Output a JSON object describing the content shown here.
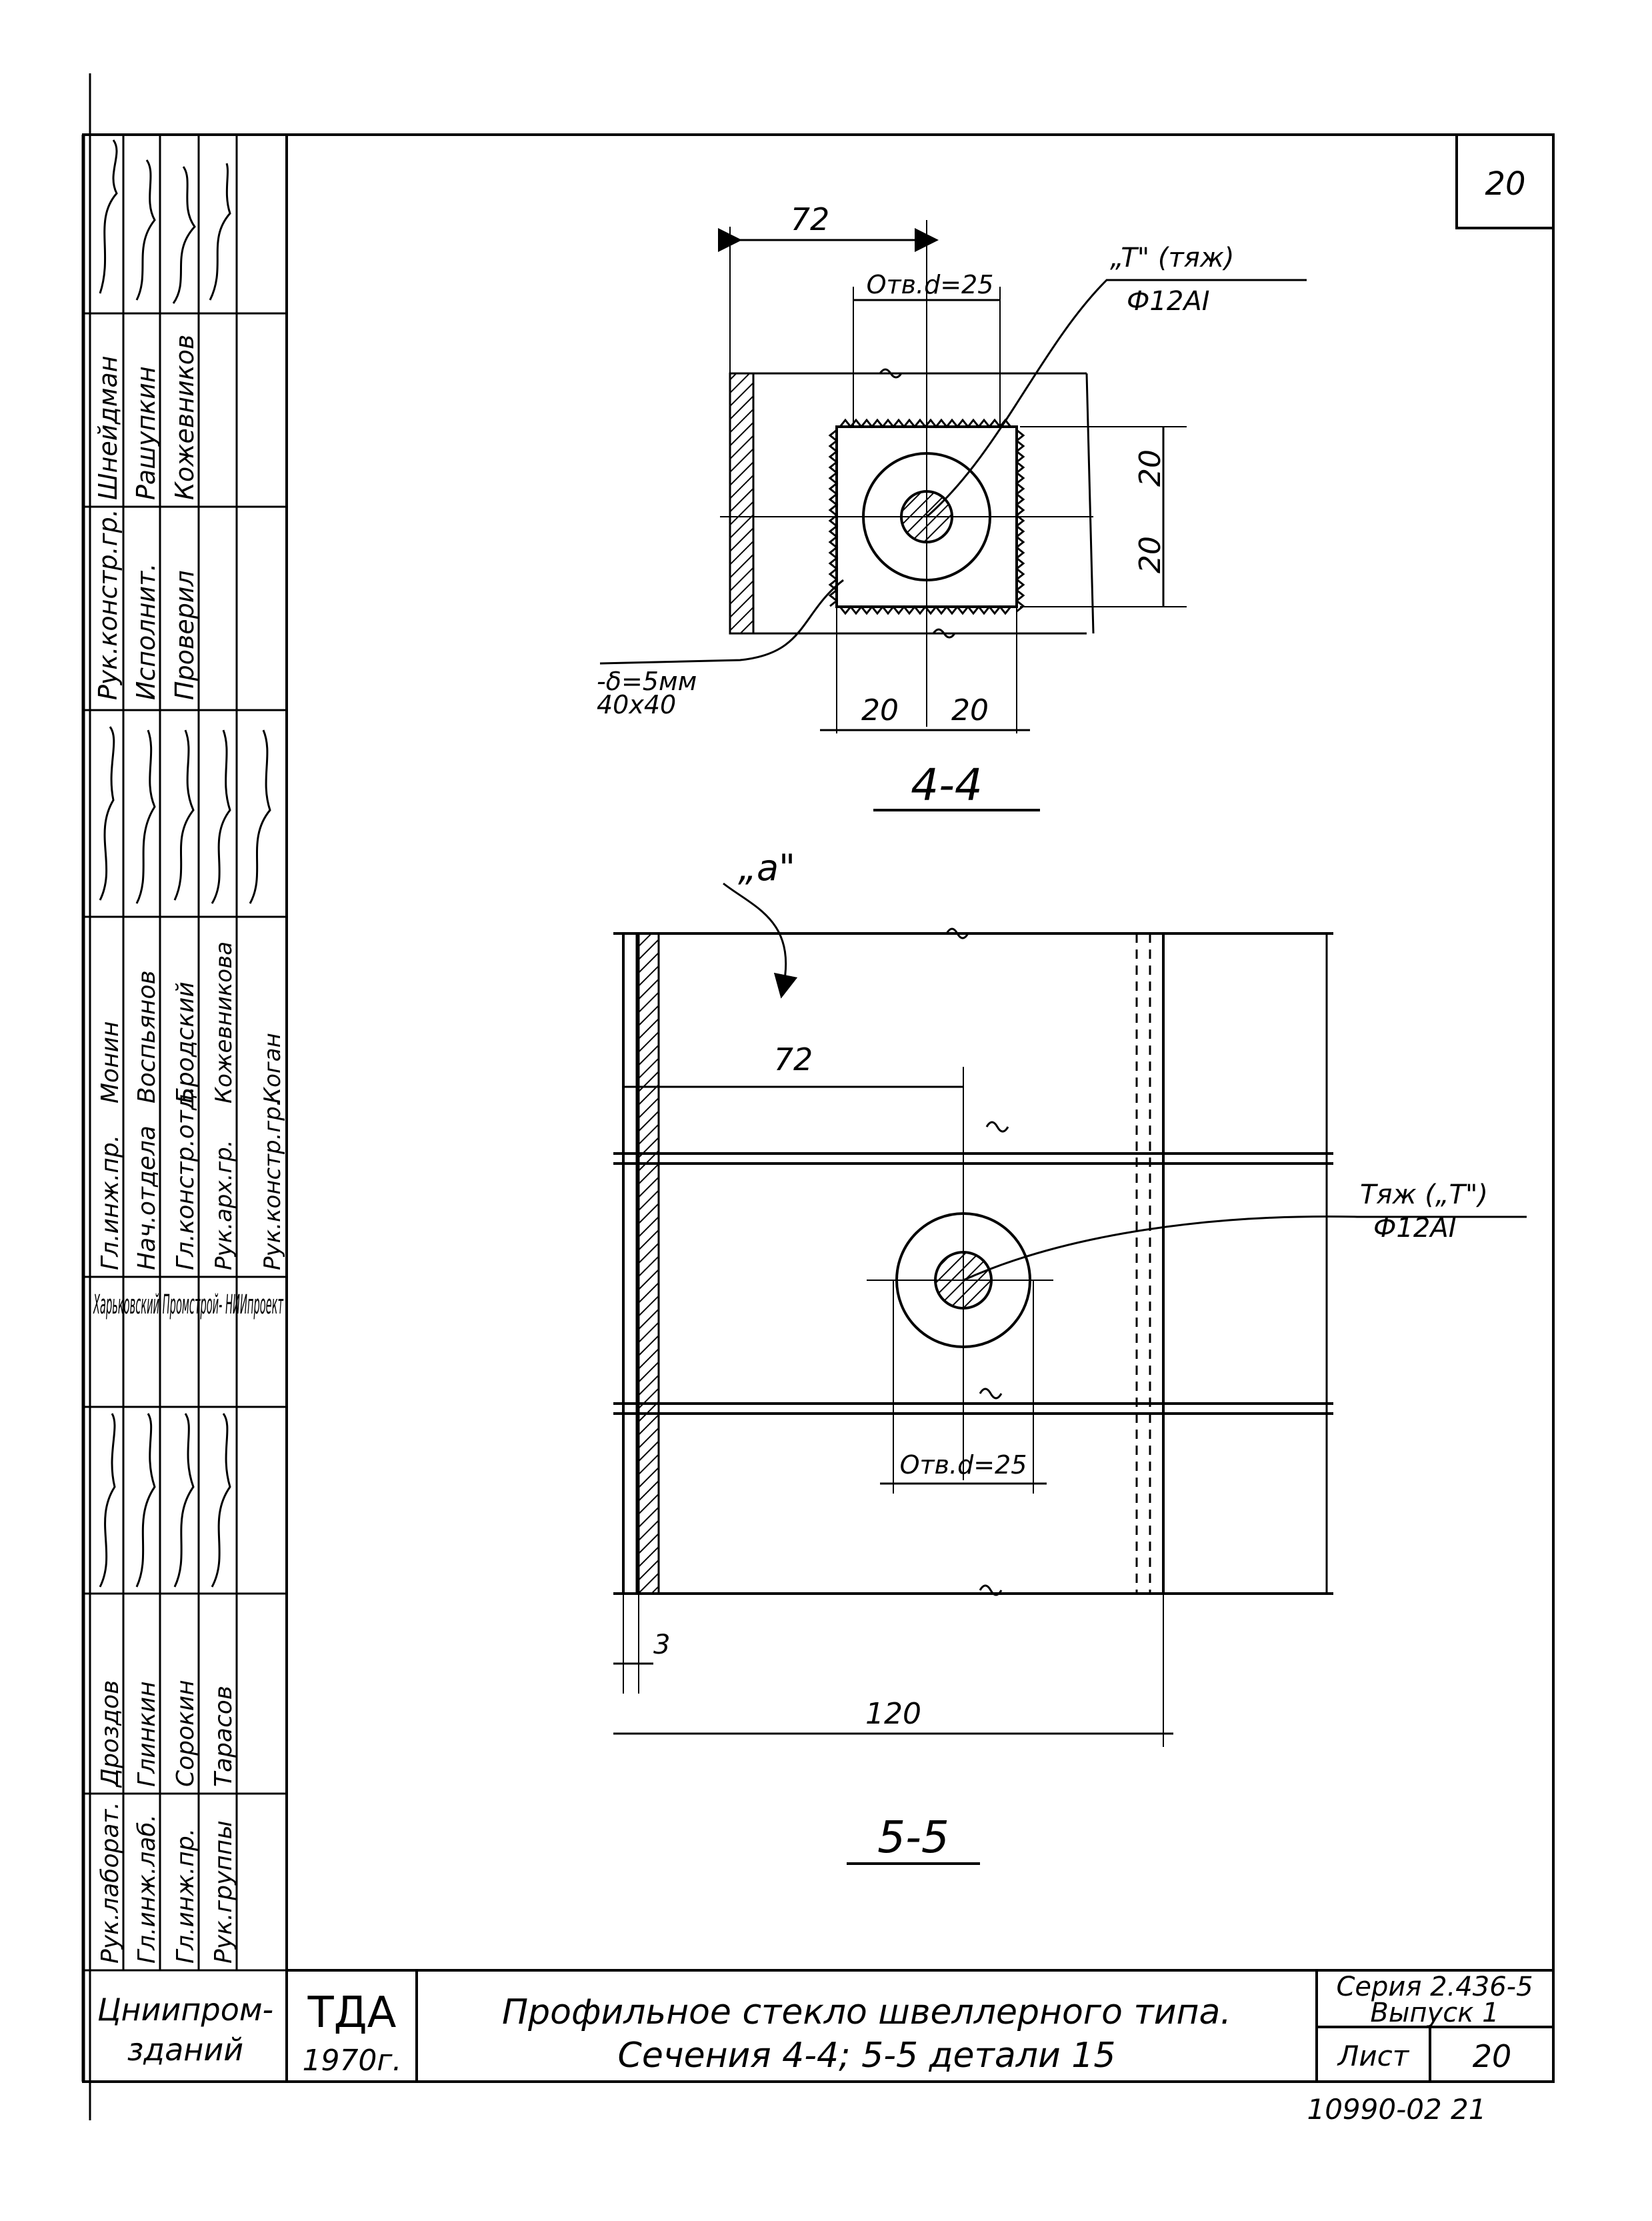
{
  "sheet_number_corner": "20",
  "section_4_4": {
    "label": "4-4",
    "dim_72": "72",
    "hole_label": "Отв.d=25",
    "rod_label_line1": "„T\" (тяж)",
    "rod_label_line2": "Ф12АI",
    "dim_20_right_top": "20",
    "dim_20_right_bottom": "20",
    "dim_20_bottom_left": "20",
    "dim_20_bottom_right": "20",
    "plate_label_line1": "-δ=5мм",
    "plate_label_line2": "40х40"
  },
  "section_5_5": {
    "label": "5-5",
    "callout_a": "„а\"",
    "dim_72": "72",
    "rod_label_line1": "Тяж („T\")",
    "rod_label_line2": "Ф12АI",
    "hole_label": "Отв.d=25",
    "dim_3": "3",
    "dim_120": "120"
  },
  "stamp": {
    "cells_top": [
      "Рук.констр.гр.",
      "Шнейдман",
      "Исполнит.",
      "Рашупкин",
      "Проверил",
      "Кожевников"
    ],
    "cells_middle": [
      "Гл.инж.пр.",
      "Монин",
      "Нач.отдела",
      "Воспьянов",
      "Гл.констр.отд.",
      "Бродский",
      "Рук.арх.гр.",
      "Кожевникова",
      "Рук.констр.гр.",
      "Коган"
    ],
    "org_1": "Харьковский Промстрой- НИИпроект",
    "cells_bottom": [
      "Рук.лаборат.",
      "Дроздов",
      "Гл.инж.лаб.",
      "Глинкин",
      "Гл.инж.пр.",
      "Сорокин",
      "Рук.группы",
      "Тарасов"
    ],
    "org_2_line1": "Цниипром-",
    "org_2_line2": "зданий",
    "code": "ТДА",
    "year": "1970г.",
    "title_line1": "Профильное стекло швеллерного типа.",
    "title_line2": "Сечения 4-4; 5-5 детали 15",
    "series_line1": "Серия 2.436-5",
    "series_line2": "Выпуск 1",
    "sheet_label": "Лист",
    "sheet_number": "20",
    "archive_number": "10990-02  21"
  },
  "colors": {
    "ink": "#000000",
    "paper": "#ffffff"
  }
}
